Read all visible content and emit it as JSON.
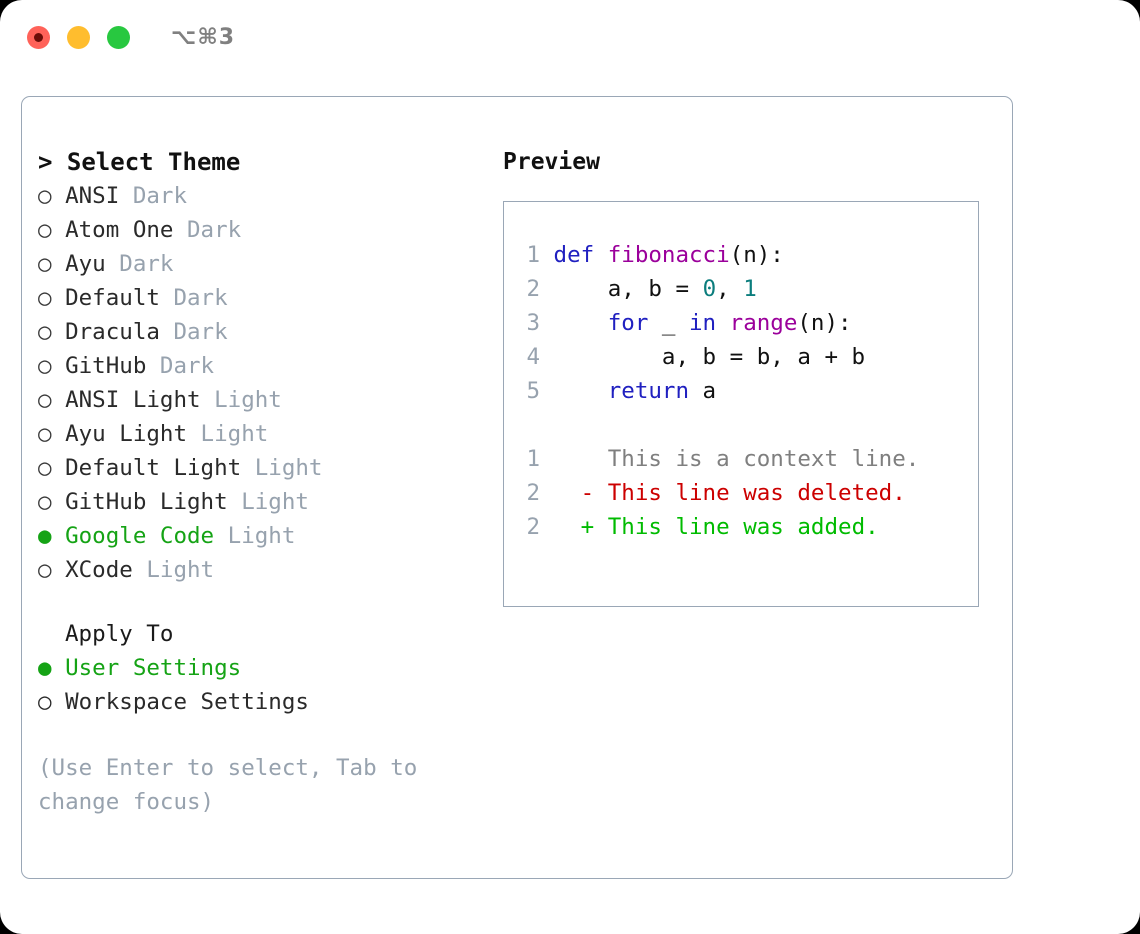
{
  "titlebar": {
    "shortcut": "⌥⌘3",
    "buttons": {
      "close": "close",
      "minimize": "minimize",
      "maximize": "maximize"
    }
  },
  "left": {
    "header": "> Select Theme",
    "themes": [
      {
        "bullet": "○",
        "name": "ANSI",
        "variant": "Dark",
        "selected": false
      },
      {
        "bullet": "○",
        "name": "Atom One",
        "variant": "Dark",
        "selected": false
      },
      {
        "bullet": "○",
        "name": "Ayu",
        "variant": "Dark",
        "selected": false
      },
      {
        "bullet": "○",
        "name": "Default",
        "variant": "Dark",
        "selected": false
      },
      {
        "bullet": "○",
        "name": "Dracula",
        "variant": "Dark",
        "selected": false
      },
      {
        "bullet": "○",
        "name": "GitHub",
        "variant": "Dark",
        "selected": false
      },
      {
        "bullet": "○",
        "name": "ANSI Light",
        "variant": "Light",
        "selected": false
      },
      {
        "bullet": "○",
        "name": "Ayu Light",
        "variant": "Light",
        "selected": false
      },
      {
        "bullet": "○",
        "name": "Default Light",
        "variant": "Light",
        "selected": false
      },
      {
        "bullet": "○",
        "name": "GitHub Light",
        "variant": "Light",
        "selected": false
      },
      {
        "bullet": "●",
        "name": "Google Code",
        "variant": "Light",
        "selected": true
      },
      {
        "bullet": "○",
        "name": "XCode",
        "variant": "Light",
        "selected": false
      }
    ],
    "apply_to": {
      "title": "Apply To",
      "options": [
        {
          "bullet": "●",
          "name": "User Settings",
          "selected": true
        },
        {
          "bullet": "○",
          "name": "Workspace Settings",
          "selected": false
        }
      ]
    },
    "hint": "(Use Enter to select, Tab to change focus)"
  },
  "right": {
    "preview_title": "Preview",
    "code": {
      "lines": [
        {
          "num": "1",
          "tokens": [
            {
              "t": "def ",
              "c": "kw"
            },
            {
              "t": "fibonacci",
              "c": "fn"
            },
            {
              "t": "(n):",
              "c": "plain"
            }
          ]
        },
        {
          "num": "2",
          "tokens": [
            {
              "t": "    a, b = ",
              "c": "plain"
            },
            {
              "t": "0",
              "c": "num"
            },
            {
              "t": ", ",
              "c": "plain"
            },
            {
              "t": "1",
              "c": "num"
            }
          ]
        },
        {
          "num": "3",
          "tokens": [
            {
              "t": "    ",
              "c": "plain"
            },
            {
              "t": "for",
              "c": "kw"
            },
            {
              "t": " _ ",
              "c": "plain"
            },
            {
              "t": "in",
              "c": "kw"
            },
            {
              "t": " ",
              "c": "plain"
            },
            {
              "t": "range",
              "c": "fn"
            },
            {
              "t": "(n):",
              "c": "plain"
            }
          ]
        },
        {
          "num": "4",
          "tokens": [
            {
              "t": "        a, b = b, a + b",
              "c": "plain"
            }
          ]
        },
        {
          "num": "5",
          "tokens": [
            {
              "t": "    ",
              "c": "plain"
            },
            {
              "t": "return",
              "c": "kw"
            },
            {
              "t": " a",
              "c": "plain"
            }
          ]
        }
      ]
    },
    "diff": {
      "lines": [
        {
          "num": "1",
          "marker": "  ",
          "text": "This is a context line.",
          "kind": "ctx"
        },
        {
          "num": "2",
          "marker": "- ",
          "text": "This line was deleted.",
          "kind": "del"
        },
        {
          "num": "2",
          "marker": "+ ",
          "text": "This line was added.",
          "kind": "add"
        }
      ]
    }
  },
  "colors": {
    "accent_green": "#15a315",
    "muted": "#97a2ae",
    "border": "#9aa7b6",
    "keyword": "#2020c0",
    "function": "#9b009b",
    "number": "#0b7d7d",
    "diff_add": "#00bb00",
    "diff_del": "#cc0000",
    "diff_ctx": "#7f7f7f"
  }
}
